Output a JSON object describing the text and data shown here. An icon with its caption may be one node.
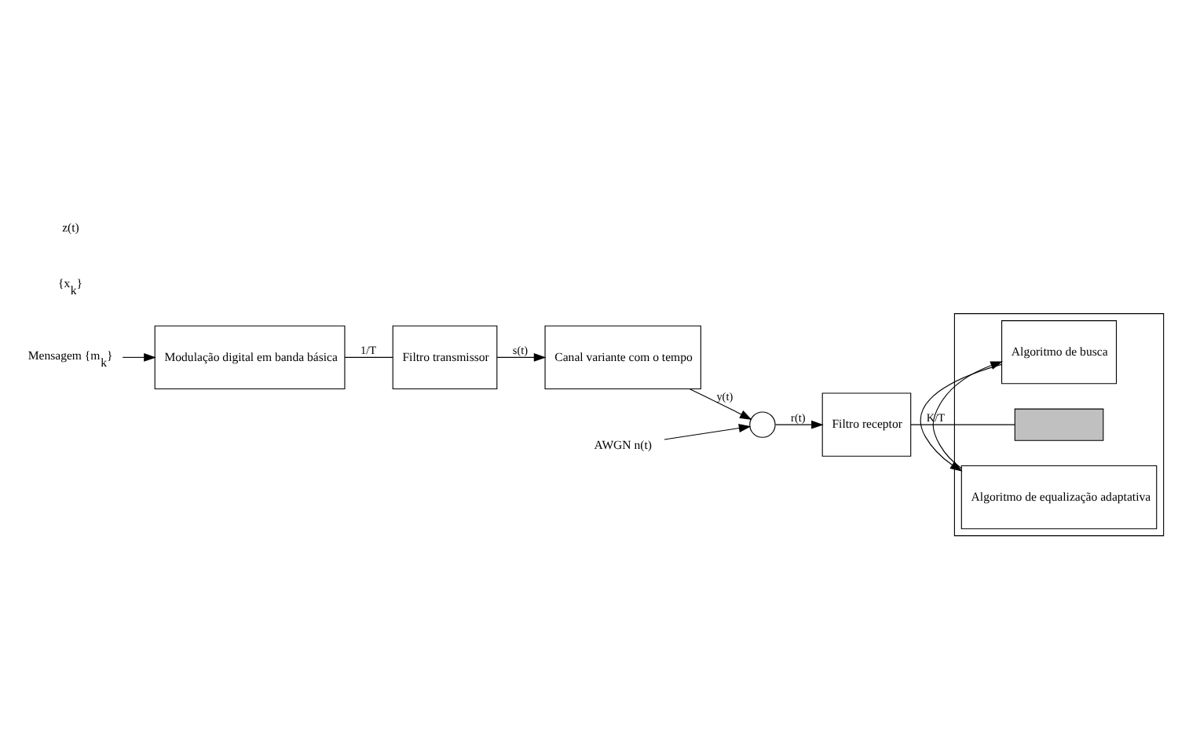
{
  "diagram": {
    "nodes": [
      {
        "text": [
          "Mensagem {m$_{k}$}"
        ]
      },
      {
        "text": [
          "Modulação digital em banda básica"
        ]
      },
      {
        "text": [
          "Filtro transmissor"
        ]
      },
      {
        "text": [
          "Canal variante com o tempo"
        ]
      },
      {
        "text": [],
        "shape": "circle"
      },
      {
        "text": [
          "AWGN n(t)"
        ]
      },
      {
        "text": [
          "Filtro receptor"
        ]
      },
      {
        "text": [],
        "shape": "box"
      },
      {
        "text": [
          "Algoritmo de busca"
        ],
        "in": 7
      },
      {
        "text": [],
        "shape": "bar",
        "in": 7
      },
      {
        "text": [
          "Algoritmo de equalização adaptativa"
        ],
        "in": 7
      }
    ],
    "edges": [
      {
        "from": 0,
        "to": 1,
        "arrow": "to"
      },
      {
        "from": 1,
        "to": 2,
        "arrow": "none",
        "label": "1/T"
      },
      {
        "from": 2,
        "to": 3,
        "arrow": "to",
        "label": "s(t)"
      },
      {
        "from": 3,
        "to": 4,
        "arrow": "to",
        "label": "y(t)"
      },
      {
        "from": 5,
        "to": 4,
        "arrow": "to"
      },
      {
        "from": 4,
        "to": 6,
        "arrow": "to",
        "label": "r(t)"
      },
      {
        "from": 6,
        "to": 9,
        "arrow": "none",
        "label": "K/T"
      },
      {
        "from": 10,
        "to": 8,
        "arrow": "to"
      },
      {
        "from": 8,
        "to": 10,
        "arrow": "to"
      }
    ],
    "labels": [
      "{x$_{k}$}",
      "z(t)"
    ]
  }
}
